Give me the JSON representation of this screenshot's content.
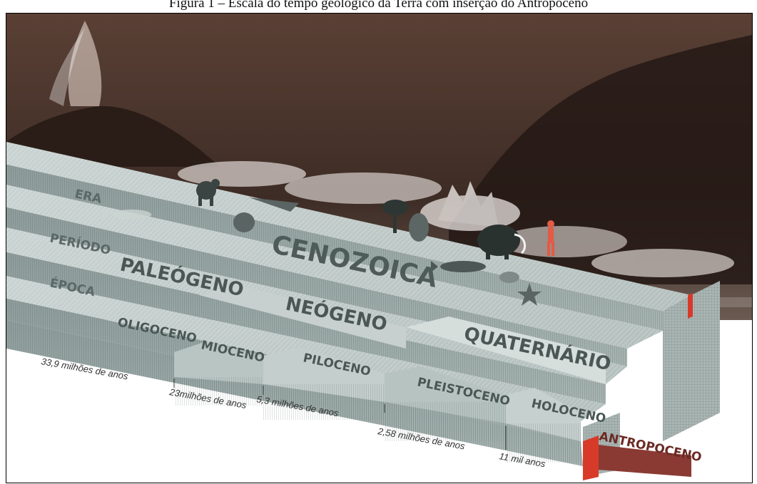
{
  "caption": "Figura 1 – Escala do tempo geológico da Terra com inserção do Antropoceno",
  "headers": {
    "era": "ERA",
    "periodo": "PERÍODO",
    "epoca": "ÉPOCA"
  },
  "era": {
    "label": "CENOZOICA"
  },
  "periods": [
    {
      "label": "PALEÓGENO"
    },
    {
      "label": "NEÓGENO"
    },
    {
      "label": "QUATERNÁRIO"
    }
  ],
  "epochs": [
    {
      "label": "OLIGOCENO"
    },
    {
      "label": "MIOCENO"
    },
    {
      "label": "PILOCENO"
    },
    {
      "label": "PLEISTOCENO"
    },
    {
      "label": "HOLOCENO"
    }
  ],
  "anthropocene": {
    "label": "ANTROPOCENO"
  },
  "time_marks": [
    {
      "label": "33,9 milhões de anos"
    },
    {
      "label": "23milhões de anos"
    },
    {
      "label": "5,3 milhões de anos"
    },
    {
      "label": "2,58 milhões de anos"
    },
    {
      "label": "11 mil anos"
    }
  ],
  "colors": {
    "accent_red": "#d83a2a",
    "block_face": "#a9b7b5",
    "sky": "#4a3328"
  },
  "icons": [
    "volcano-icon",
    "ape-icon",
    "fish-icon",
    "bird-icon",
    "tree-icon",
    "bear-icon",
    "mammoth-icon",
    "human-icon",
    "whale-icon",
    "starfish-icon"
  ]
}
